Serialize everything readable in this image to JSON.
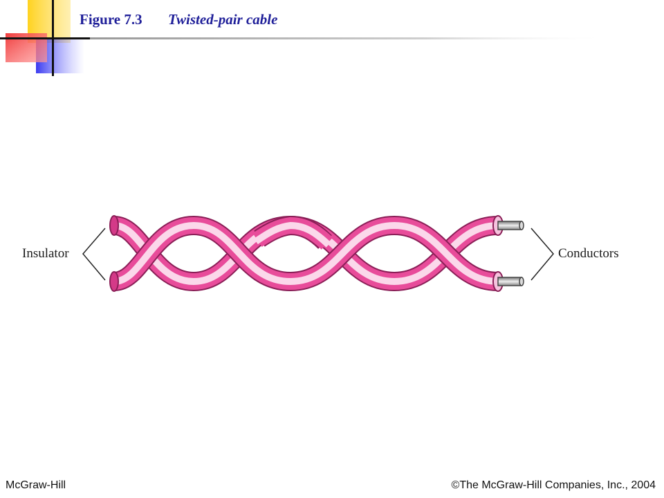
{
  "slide": {
    "figure_number": "Figure 7.3",
    "figure_caption": "Twisted-pair cable"
  },
  "diagram": {
    "left_label": "Insulator",
    "right_label": "Conductors",
    "colors": {
      "insulation": "#e84c9a",
      "insulation_highlight": "#fbd8ea",
      "conductor": "#b9b9b9"
    }
  },
  "footer": {
    "publisher": "McGraw-Hill",
    "copyright": "©The McGraw-Hill Companies, Inc., 2004"
  },
  "theme": {
    "title_color": "#1f1f99",
    "accent_yellow": "#ffd21f",
    "accent_red": "#f03c3c",
    "accent_blue": "#3a3af0"
  }
}
